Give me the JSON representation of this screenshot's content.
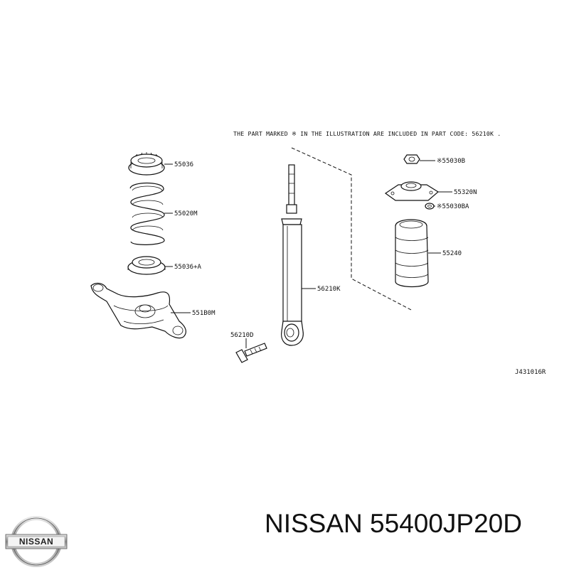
{
  "diagram": {
    "note": "THE PART MARKED ※ IN THE ILLUSTRATION ARE INCLUDED IN PART CODE: 56210K .",
    "ref_code": "J431016R",
    "labels": {
      "p55036": "55036",
      "p55020m": "55020M",
      "p55036a": "55036+A",
      "p551b0m": "551B0M",
      "p56210d": "56210D",
      "p56210k": "56210K",
      "p55030b": "※55030B",
      "p55320n": "55320N",
      "p55030ba": "※55030BA",
      "p55240": "55240"
    }
  },
  "brand": {
    "logo_text": "NISSAN"
  },
  "caption": "NISSAN 55400JP20D"
}
